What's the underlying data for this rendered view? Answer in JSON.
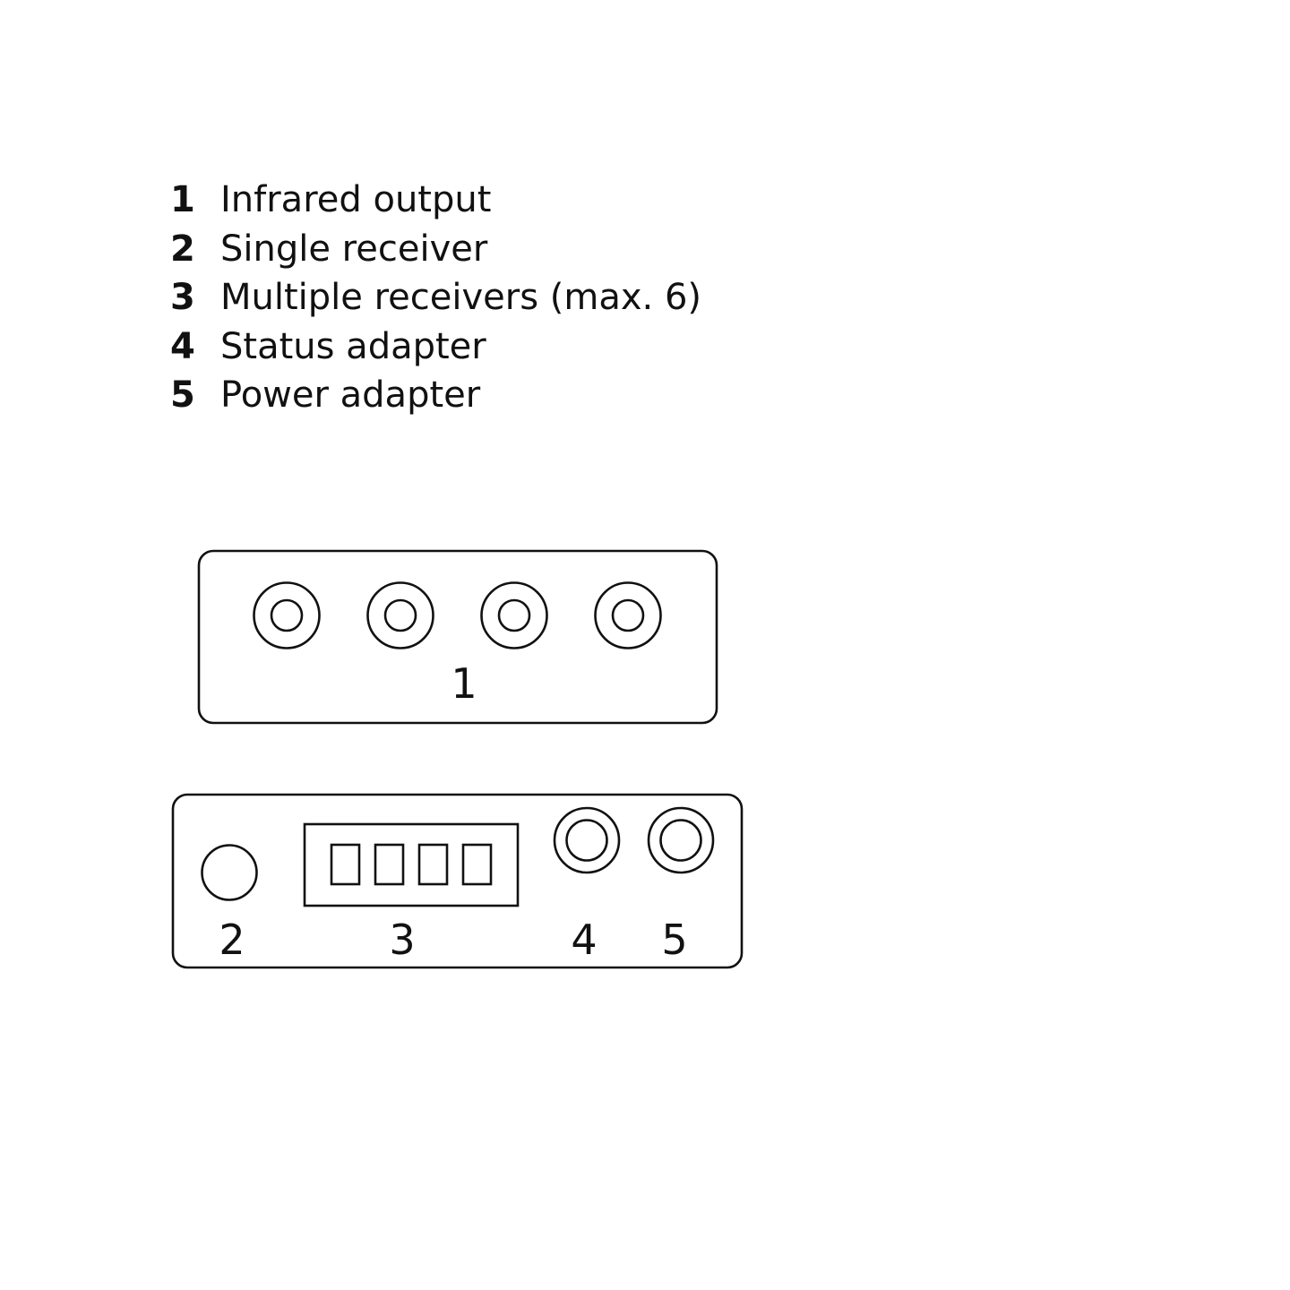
{
  "legend": [
    {
      "num": "1",
      "label": "Infrared output"
    },
    {
      "num": "2",
      "label": "Single receiver"
    },
    {
      "num": "3",
      "label": "Multiple receivers (max. 6)"
    },
    {
      "num": "4",
      "label": "Status adapter"
    },
    {
      "num": "5",
      "label": "Power adapter"
    }
  ],
  "top_panel": {
    "label": "1"
  },
  "bottom_panel": {
    "labels": {
      "single_receiver": "2",
      "multiple_receivers": "3",
      "status_adapter": "4",
      "power_adapter": "5"
    }
  },
  "colors": {
    "stroke": "#111111",
    "background": "#ffffff"
  }
}
